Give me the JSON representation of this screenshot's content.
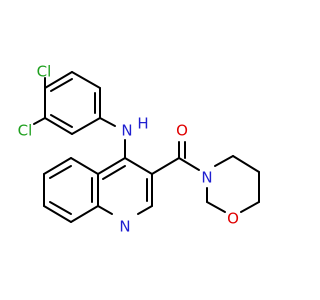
{
  "molecule": {
    "colors": {
      "bond": "#000000",
      "carbon_label": "#000000",
      "chlorine": "#1fa01f",
      "nitrogen": "#1f1fd0",
      "oxygen": "#e00000"
    },
    "atoms": {
      "cl_top": "Cl",
      "cl_left": "Cl",
      "nh_n": "N",
      "nh_h": "H",
      "carbonyl_o": "O",
      "amide_n": "N",
      "ring_o": "O",
      "quinoline_n": "N"
    }
  }
}
